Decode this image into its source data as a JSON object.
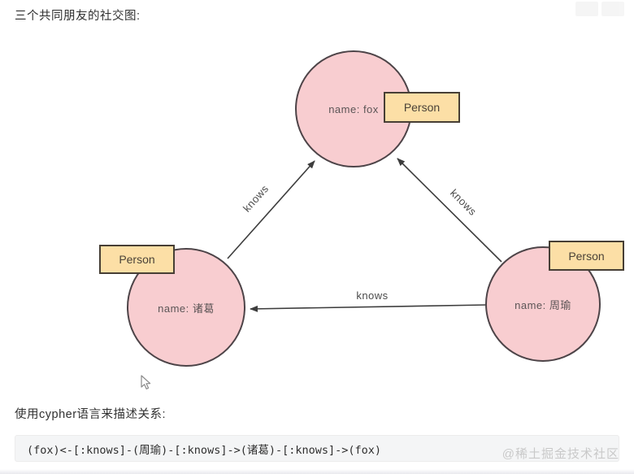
{
  "header": {
    "title": "三个共同朋友的社交图:"
  },
  "footer": {
    "subtitle": "使用cypher语言来描述关系:",
    "code": "(fox)<-[:knows]-(周瑜)-[:knows]->(诸葛)-[:knows]->(fox)",
    "watermark": "@稀土掘金技术社区"
  },
  "diagram": {
    "nodes": [
      {
        "id": "fox",
        "label": "name: fox",
        "type_label": "Person"
      },
      {
        "id": "zhuge",
        "label": "name: 诸葛",
        "type_label": "Person"
      },
      {
        "id": "zhouyu",
        "label": "name: 周瑜",
        "type_label": "Person"
      }
    ],
    "edges": [
      {
        "from": "zhuge",
        "to": "fox",
        "label": "knows"
      },
      {
        "from": "zhouyu",
        "to": "fox",
        "label": "knows"
      },
      {
        "from": "zhouyu",
        "to": "zhuge",
        "label": "knows"
      }
    ],
    "colors": {
      "node_fill": "#f8cdd0",
      "node_stroke": "#4d4448",
      "type_fill": "#fcdfa6",
      "type_stroke": "#473f35",
      "edge": "#3d3d3d",
      "code_bg": "#f4f5f6",
      "watermark_text": "#c9c9c9"
    }
  }
}
